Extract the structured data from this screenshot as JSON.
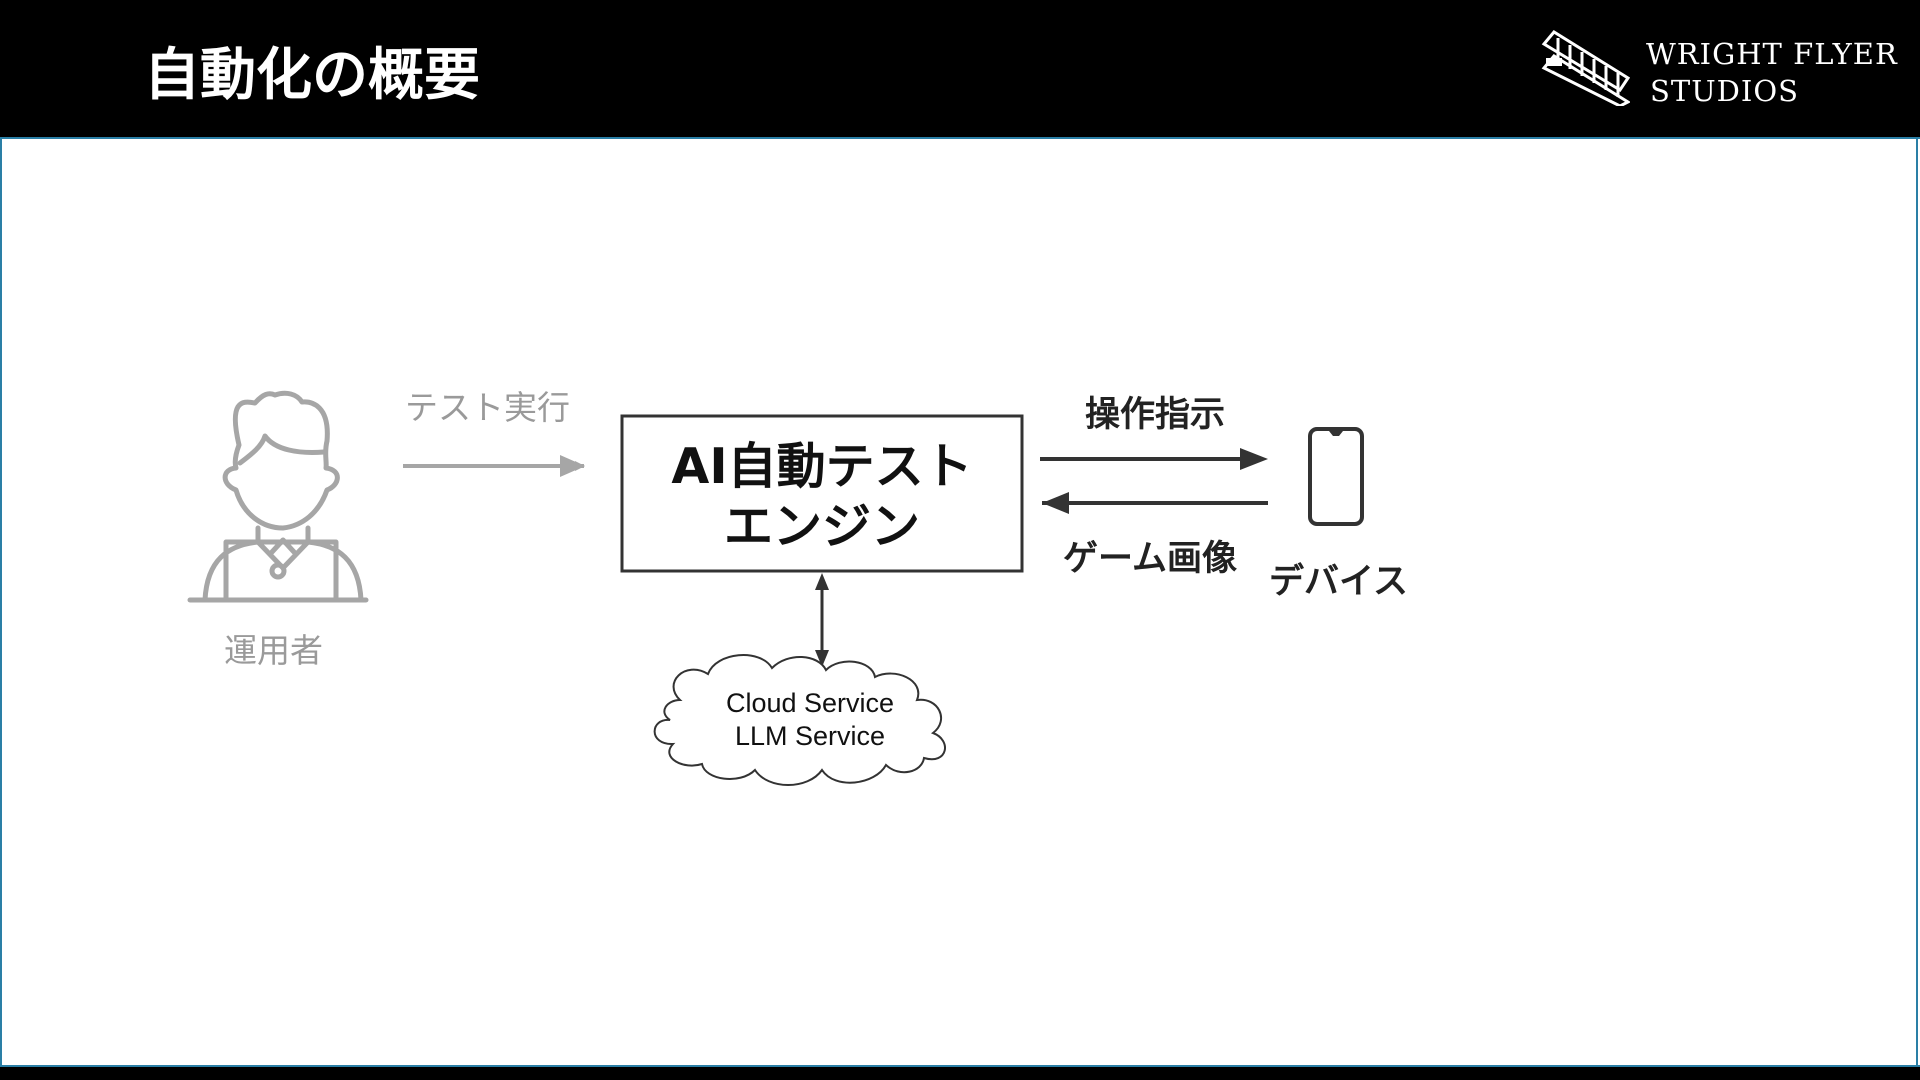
{
  "header": {
    "title": "自動化の概要",
    "logo": {
      "line1": "WRIGHT FLYER",
      "line2": "STUDIOS"
    }
  },
  "diagram": {
    "operator": {
      "label": "運用者",
      "icon": "person-laptop-icon"
    },
    "test_execution": {
      "label": "テスト実行"
    },
    "engine": {
      "line1": "AI自動テスト",
      "line2": "エンジン"
    },
    "operation_instruction": {
      "label": "操作指示"
    },
    "game_image": {
      "label": "ゲーム画像"
    },
    "device": {
      "label": "デバイス",
      "icon": "smartphone-icon"
    },
    "cloud": {
      "line1": "Cloud Service",
      "line2": "LLM Service",
      "icon": "cloud-icon"
    }
  },
  "colors": {
    "header_bg": "#000000",
    "accent_line": "#2a7fa6",
    "muted_gray": "#9a9a9a",
    "dark": "#333333"
  }
}
